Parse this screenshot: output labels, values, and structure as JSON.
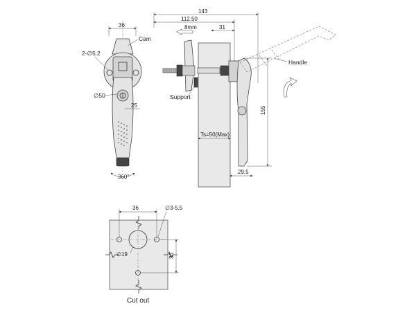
{
  "labels": {
    "cam": "Cam",
    "handle": "Handle",
    "support": "Support",
    "cut_out": "Cut out",
    "rotation": "360°",
    "panel_thickness": "Ts=50(Max)",
    "travel": "8mm"
  },
  "dimensions": {
    "front_width": "36",
    "holes_front": "2-∅5.2",
    "dia_50": "∅50",
    "dim_25": "25",
    "overall_143": "143",
    "dim_112_50": "112.50",
    "dim_31": "31",
    "height_155": "155",
    "dim_29_5": "29.5",
    "cut_width": "36",
    "cut_holes": "∅3-5.5",
    "cut_dia": "∅19",
    "cut_height": "36"
  },
  "colors": {
    "line": "#333333",
    "metal": "#e4e4e4",
    "plate": "#e9e9e9"
  }
}
